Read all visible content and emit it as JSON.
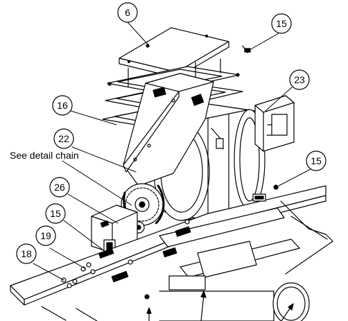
{
  "callouts": [
    {
      "id": "c6",
      "label": "6"
    },
    {
      "id": "c15a",
      "label": "15"
    },
    {
      "id": "c23",
      "label": "23"
    },
    {
      "id": "c16",
      "label": "16"
    },
    {
      "id": "c22",
      "label": "22"
    },
    {
      "id": "c15b",
      "label": "15"
    },
    {
      "id": "c26",
      "label": "26"
    },
    {
      "id": "c15c",
      "label": "15"
    },
    {
      "id": "c19",
      "label": "19"
    },
    {
      "id": "c18",
      "label": "18"
    }
  ],
  "note": "See detail chain",
  "colors": {
    "line": "#000000",
    "fill": "#ffffff",
    "dark": "#1a1a1a"
  }
}
